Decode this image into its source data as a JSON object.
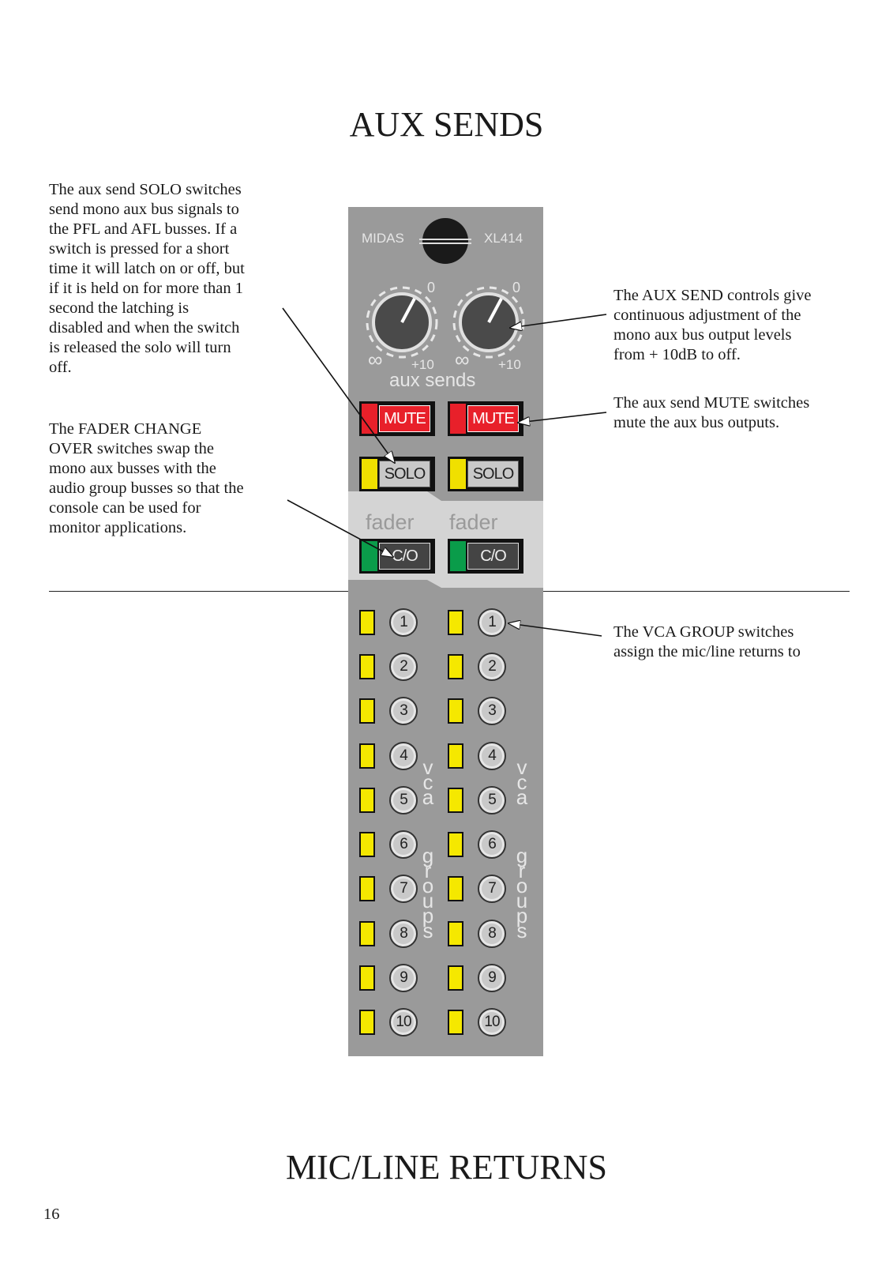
{
  "page_title": "AUX SENDS",
  "footer_title": "MIC/LINE RETURNS",
  "page_number": "16",
  "annotations": {
    "solo": [
      "The aux send SOLO switches",
      "send mono aux bus signals to",
      "the PFL and AFL busses. If a",
      "switch is pressed for a short",
      "time it will latch on or off, but",
      "if it is held on for more than 1",
      "second the latching is",
      "disabled and when the switch",
      "is released the solo will turn",
      "off."
    ],
    "fader_co": [
      "The FADER CHANGE",
      "OVER switches swap the",
      "mono aux busses with the",
      "audio group busses so that the",
      "console can be used for",
      "monitor applications."
    ],
    "aux_send": [
      "The AUX SEND controls give",
      "continuous adjustment of the",
      "mono aux bus output levels",
      "from + 10dB to off."
    ],
    "mute": [
      "The aux send MUTE switches",
      "mute the aux bus outputs."
    ],
    "vca": [
      "The VCA GROUP switches",
      "assign the mic/line returns to"
    ]
  },
  "panel": {
    "brand": "MIDAS",
    "model": "XL414",
    "knob_zero": "0",
    "knob_inf": "∞",
    "knob_plus10": "+10",
    "aux_sends_label": "aux sends",
    "mute_label": "MUTE",
    "solo_label": "SOLO",
    "fader_label": "fader",
    "co_label": "C/O",
    "vca_groups": [
      "1",
      "2",
      "3",
      "4",
      "5",
      "6",
      "7",
      "8",
      "9",
      "10"
    ],
    "vca_vertical": "vca",
    "groups_vertical": "groups"
  },
  "colors": {
    "panel": "#9a9a9a",
    "mute": "#e8202a",
    "solo_led": "#f0e000",
    "co_led": "#0a9c4a",
    "vca_led": "#f5e800"
  }
}
